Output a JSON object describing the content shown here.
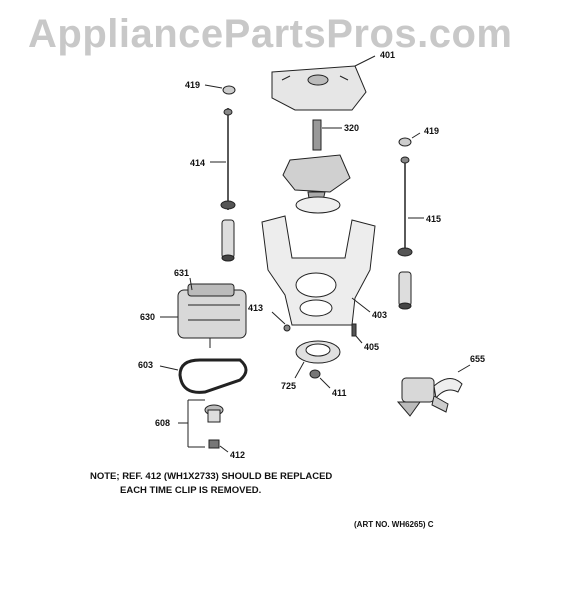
{
  "watermark": "AppliancePartsPros.com",
  "parts": {
    "p401": "401",
    "p419a": "419",
    "p419b": "419",
    "p320": "320",
    "p414": "414",
    "p415": "415",
    "p631": "631",
    "p630": "630",
    "p413": "413",
    "p403": "403",
    "p405": "405",
    "p655": "655",
    "p603": "603",
    "p725": "725",
    "p411": "411",
    "p608": "608",
    "p412": "412"
  },
  "note": {
    "line1": "NOTE; REF. 412 (WH1X2733) SHOULD BE REPLACED",
    "line2": "EACH TIME CLIP IS REMOVED."
  },
  "art_number": "(ART NO. WH6265) C"
}
